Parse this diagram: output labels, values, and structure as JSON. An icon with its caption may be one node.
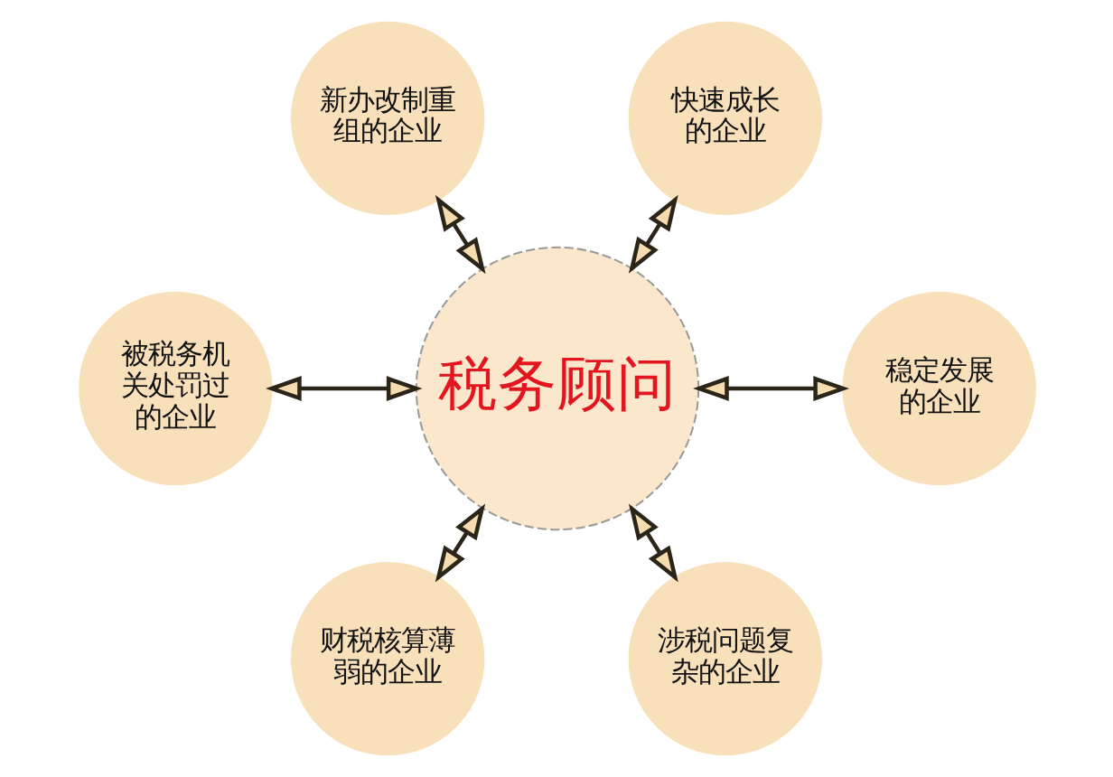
{
  "diagram": {
    "nodes": [
      {
        "text": [
          "新办改制重组的企业"
        ]
      },
      {
        "text": [
          "快速成长的企业"
        ]
      },
      {
        "text": [
          "被税务机关处罚过的企业"
        ]
      },
      {
        "text": [
          "税务顾问"
        ]
      },
      {
        "text": [
          "稳定发展的企业"
        ]
      },
      {
        "text": [
          "财税核算薄弱的企业"
        ]
      },
      {
        "text": [
          "涉税问题复杂的企业"
        ]
      }
    ],
    "edges": [
      {
        "from": 0,
        "to": 3,
        "arrow": "both"
      },
      {
        "from": 1,
        "to": 3,
        "arrow": "both"
      },
      {
        "from": 2,
        "to": 3,
        "arrow": "both"
      },
      {
        "from": 3,
        "to": 4,
        "arrow": "both"
      },
      {
        "from": 3,
        "to": 5,
        "arrow": "both"
      },
      {
        "from": 3,
        "to": 6,
        "arrow": "both"
      }
    ]
  }
}
